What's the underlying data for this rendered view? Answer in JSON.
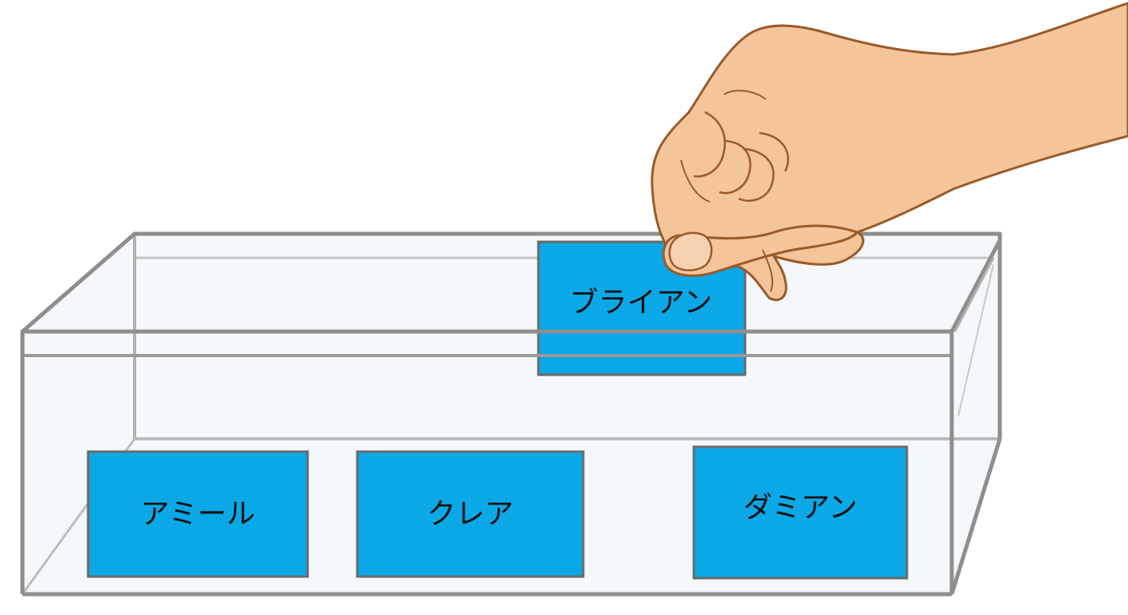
{
  "cards": {
    "card_1": {
      "label": "アミール",
      "location": "in-box"
    },
    "card_2": {
      "label": "クレア",
      "location": "in-box"
    },
    "card_3": {
      "label": "ダミアン",
      "location": "in-box"
    },
    "card_held": {
      "label": "ブライアン",
      "location": "being-inserted"
    }
  },
  "colors": {
    "card_fill": "#0aa8e6",
    "card_border": "#6a6a6a",
    "box_edge": "#a9a9a9",
    "box_edge_front": "#8c8c8c",
    "box_tint": "#f2f6f8",
    "skin": "#f4c59a",
    "skin_shadow": "#e6ac7c",
    "skin_outline": "#9a5a2a"
  }
}
